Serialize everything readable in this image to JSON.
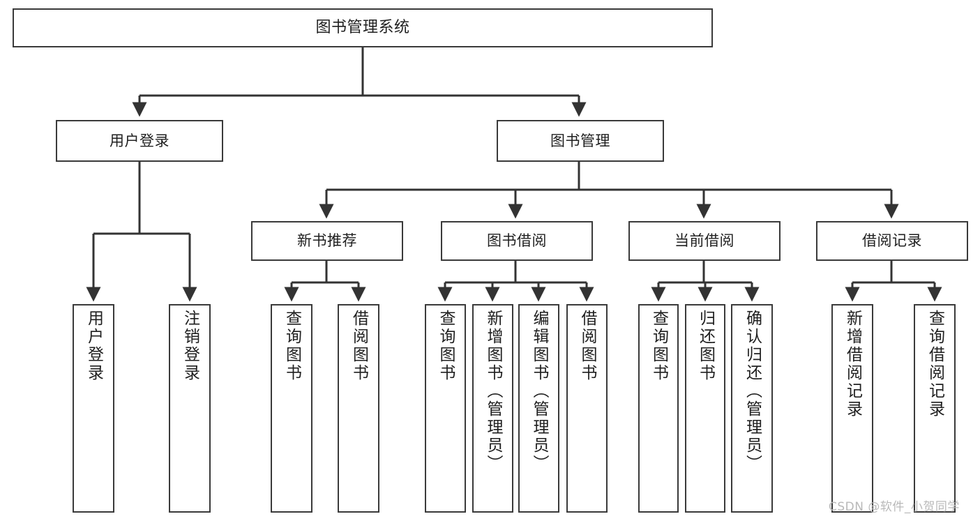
{
  "diagram": {
    "title": "图书管理系统",
    "type": "tree",
    "orientation": "top-down",
    "colors": {
      "box_border": "#3a3a3a",
      "box_fill": "#ffffff",
      "edge": "#333333",
      "text": "#1f1f1f",
      "background": "#ffffff",
      "watermark": "#b9b9b9"
    },
    "nodes": {
      "root": {
        "label": "图书管理系统"
      },
      "level2": [
        {
          "label": "用户登录"
        },
        {
          "label": "图书管理"
        }
      ],
      "level3": [
        {
          "label": "新书推荐"
        },
        {
          "label": "图书借阅"
        },
        {
          "label": "当前借阅"
        },
        {
          "label": "借阅记录"
        }
      ],
      "leaves": {
        "user_login": [
          {
            "label": "用户登录"
          },
          {
            "label": "注销登录"
          }
        ],
        "new_book_recommend": [
          {
            "label": "查询图书"
          },
          {
            "label": "借阅图书"
          }
        ],
        "book_borrow": [
          {
            "label": "查询图书"
          },
          {
            "label": "新增图书（管理员）"
          },
          {
            "label": "编辑图书（管理员）"
          },
          {
            "label": "借阅图书"
          }
        ],
        "current_borrow": [
          {
            "label": "查询图书"
          },
          {
            "label": "归还图书"
          },
          {
            "label": "确认归还（管理员）"
          }
        ],
        "borrow_records": [
          {
            "label": "新增借阅记录"
          },
          {
            "label": "查询借阅记录"
          }
        ]
      }
    },
    "watermark": "CSDN @软件_小贺同学"
  }
}
